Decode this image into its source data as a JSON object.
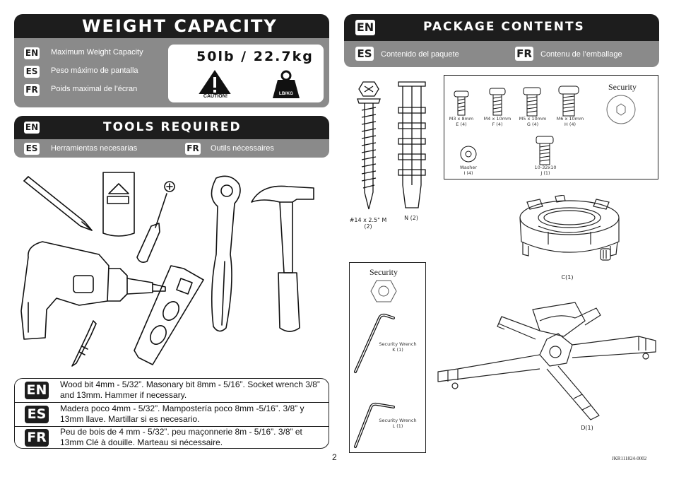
{
  "weight": {
    "title": "WEIGHT CAPACITY",
    "langs": [
      {
        "code": "EN",
        "text": "Maximum Weight Capacity"
      },
      {
        "code": "ES",
        "text": "Peso máximo de pantalla"
      },
      {
        "code": "FR",
        "text": "Poids maximal de l’écran"
      }
    ],
    "value": "50lb / 22.7kg",
    "caution": "CAUTION!",
    "unit_badge": "LB/KG"
  },
  "tools": {
    "lang_code": "EN",
    "title": "TOOLS REQUIRED",
    "es_code": "ES",
    "es_text": "Herramientas necesarias",
    "fr_code": "FR",
    "fr_text": "Outils nécessaires"
  },
  "instructions": [
    {
      "code": "EN",
      "text": "Wood bit 4mm - 5/32”.  Masonary bit 8mm - 5/16”.  Socket wrench 3/8” and 13mm.  Hammer if necessary."
    },
    {
      "code": "ES",
      "text": "Madera poco 4mm - 5/32”. Mampostería poco 8mm -5/16”. 3/8” y 13mm llave. Martillar si es necesario."
    },
    {
      "code": "FR",
      "text": "Peu de bois de 4 mm - 5/32”. peu maçonnerie  8m - 5/16”. 3/8” et 13mm Clé à douille. Marteau si nécessaire."
    }
  ],
  "package": {
    "lang_code": "EN",
    "title": "PACKAGE CONTENTS",
    "es_code": "ES",
    "es_text": "Contenido del paquete",
    "fr_code": "FR",
    "fr_text": "Contenu de l’emballage"
  },
  "parts": {
    "screw_m": "#14 x 2.5\" M (2)",
    "anchor_n": "N (2)",
    "hardware_security": "Security",
    "bolts": [
      {
        "label": "M3 x 8mm",
        "qty": "E (4)"
      },
      {
        "label": "M4 x 10mm",
        "qty": "F (4)"
      },
      {
        "label": "M5 x 10mm",
        "qty": "G (4)"
      },
      {
        "label": "M6 x 10mm",
        "qty": "H (4)"
      }
    ],
    "washer": {
      "label": "Washer",
      "qty": "I (4)"
    },
    "bolt_j": {
      "label": "10-32x10",
      "qty": "J (1)"
    },
    "wrench_security": "Security",
    "wrench_k": {
      "label": "Security Wrench",
      "qty": "K (1)"
    },
    "wrench_l": {
      "label": "Security Wrench",
      "qty": "L (1)"
    },
    "part_c": "C(1)",
    "part_d": "D(1)"
  },
  "footer": {
    "page": "2",
    "code": "JKR111824-0002"
  }
}
